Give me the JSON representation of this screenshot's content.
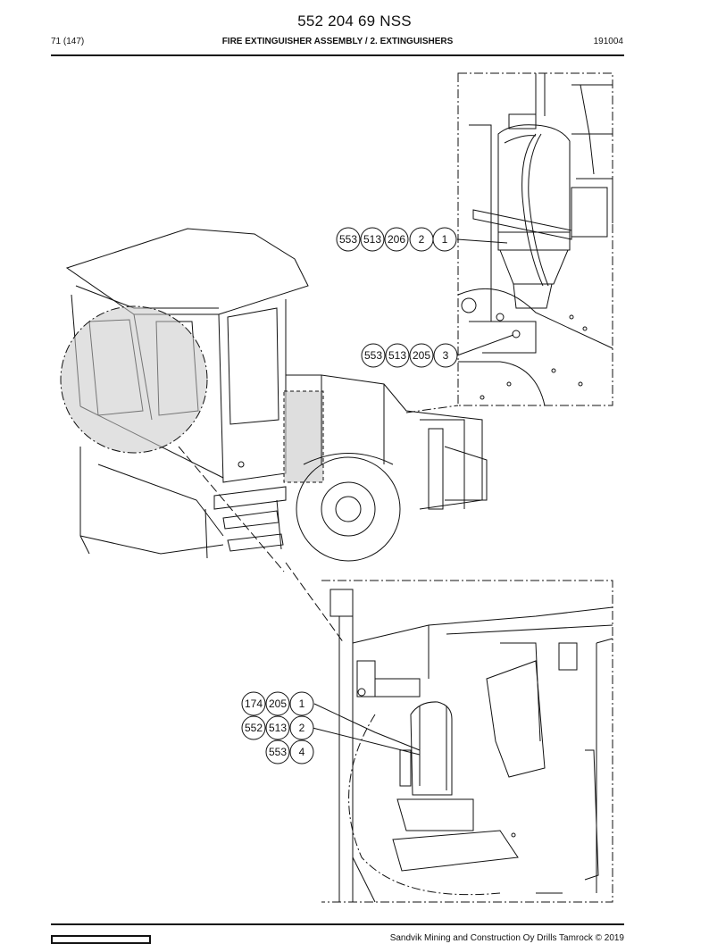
{
  "header": {
    "doc_number": "552 204 69 NSS",
    "page_info": "71 (147)",
    "section_title": "FIRE EXTINGUISHER ASSEMBLY / 2. EXTINGUISHERS",
    "date_code": "191004"
  },
  "footer": {
    "copyright": "Sandvik Mining and Construction Oy Drills Tamrock © 2019"
  },
  "callouts": {
    "upper_row_1": [
      "553",
      "513",
      "206",
      "2",
      "1"
    ],
    "upper_row_2": [
      "553",
      "513",
      "205",
      "3"
    ],
    "lower_row_1": [
      "174",
      "205",
      "1"
    ],
    "lower_row_2": [
      "552",
      "513",
      "2"
    ],
    "lower_row_3": [
      "553",
      "4"
    ]
  },
  "colors": {
    "line": "#111111",
    "highlight": "#c8c8c8",
    "paper": "#ffffff"
  }
}
